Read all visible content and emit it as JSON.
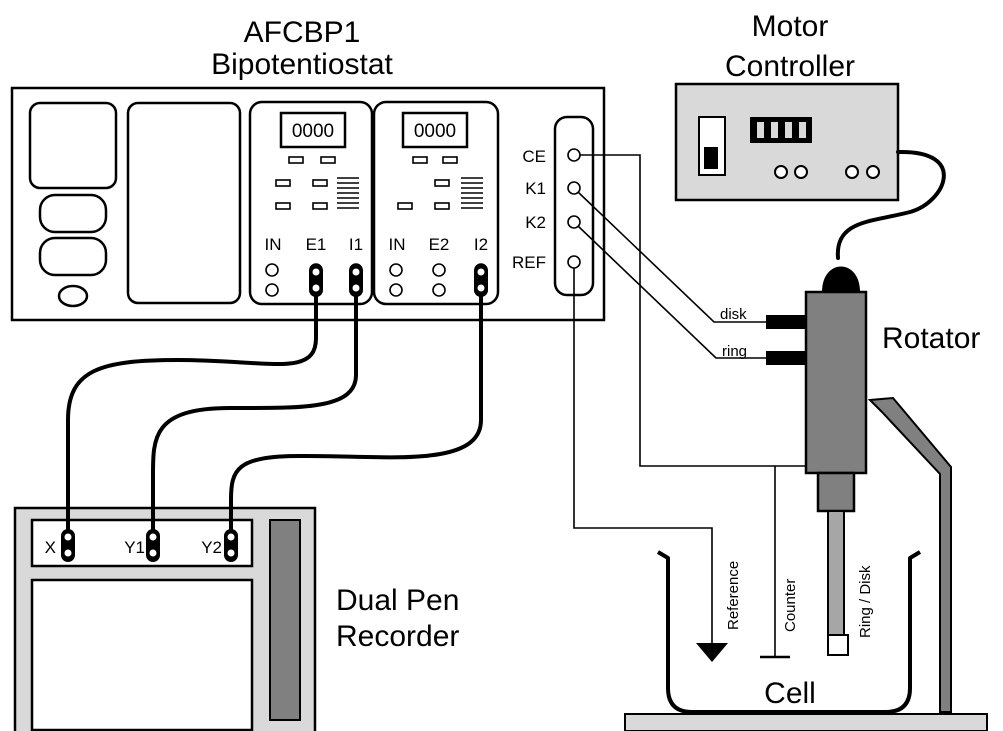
{
  "potentiostat": {
    "title_line1": "AFCBP1",
    "title_line2": "Bipotentiostat",
    "display_digits": "0000",
    "channel1": {
      "in_label": "IN",
      "e_label": "E1",
      "i_label": "I1"
    },
    "channel2": {
      "in_label": "IN",
      "e_label": "E2",
      "i_label": "I2"
    },
    "terminals": [
      "CE",
      "K1",
      "K2",
      "REF"
    ]
  },
  "motor_controller": {
    "title_line1": "Motor",
    "title_line2": "Controller",
    "panel_color": "#d9d9d9"
  },
  "rotator": {
    "label": "Rotator",
    "connectors": {
      "disk": "disk",
      "ring": "ring"
    },
    "body_color": "#808080"
  },
  "recorder": {
    "title_line1": "Dual Pen",
    "title_line2": "Recorder",
    "inputs": [
      "X",
      "Y1",
      "Y2"
    ],
    "panel_color": "#d9d9d9"
  },
  "cell": {
    "label": "Cell",
    "electrodes": {
      "reference": "Reference",
      "counter": "Counter",
      "working": "Ring / Disk"
    }
  }
}
